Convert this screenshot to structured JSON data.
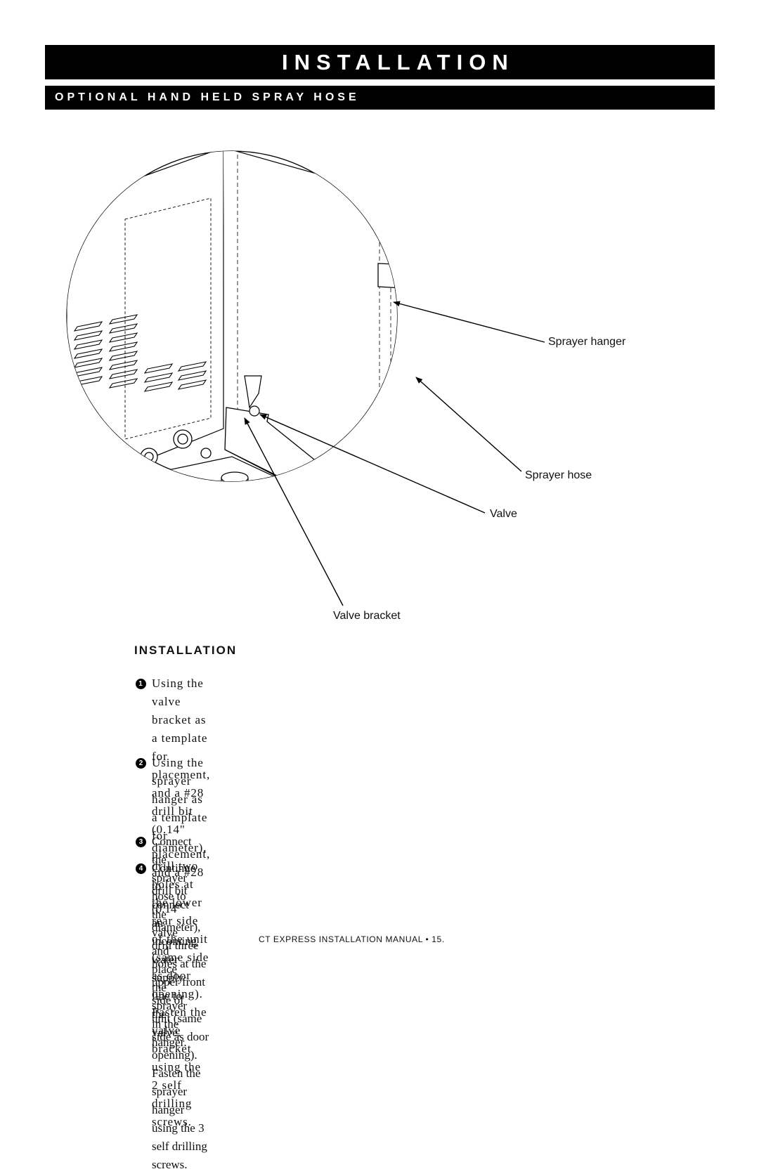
{
  "header": {
    "title": "INSTALLATION",
    "subtitle": "OPTIONAL HAND HELD SPRAY HOSE"
  },
  "figure": {
    "callouts": {
      "sprayer_hanger": "Sprayer hanger",
      "sprayer_hose": "Sprayer hose",
      "valve": "Valve",
      "valve_bracket": "Valve bracket"
    }
  },
  "section": {
    "heading": "INSTALLATION",
    "steps": [
      {
        "num": "1",
        "lines": [
          "Using the valve bracket as a template for placement, and a #28",
          "drill bit (0.14\" diameter), drill two holes at the lower rear side",
          "of the unit (same side as door opening). Fasten the valve bracket",
          "using the 2 self drilling screws."
        ]
      },
      {
        "num": "2",
        "lines": [
          "Using the sprayer hanger as a template for placement, and a #28",
          "drill bit (0.14\" diameter), drill three holes at the upper front side of",
          "unit (same side as door opening). Fasten the sprayer hanger using the 3",
          "self drilling screws."
        ]
      },
      {
        "num": "3",
        "lines": [
          "Connect the sprayer hose to the valve and place the sprayer in the hanger."
        ]
      },
      {
        "num": "4",
        "lines": [
          "Continue to connect an incoming water supply line to the valve."
        ]
      }
    ]
  },
  "footer": {
    "text": "CT EXPRESS INSTALLATION MANUAL • 15."
  }
}
